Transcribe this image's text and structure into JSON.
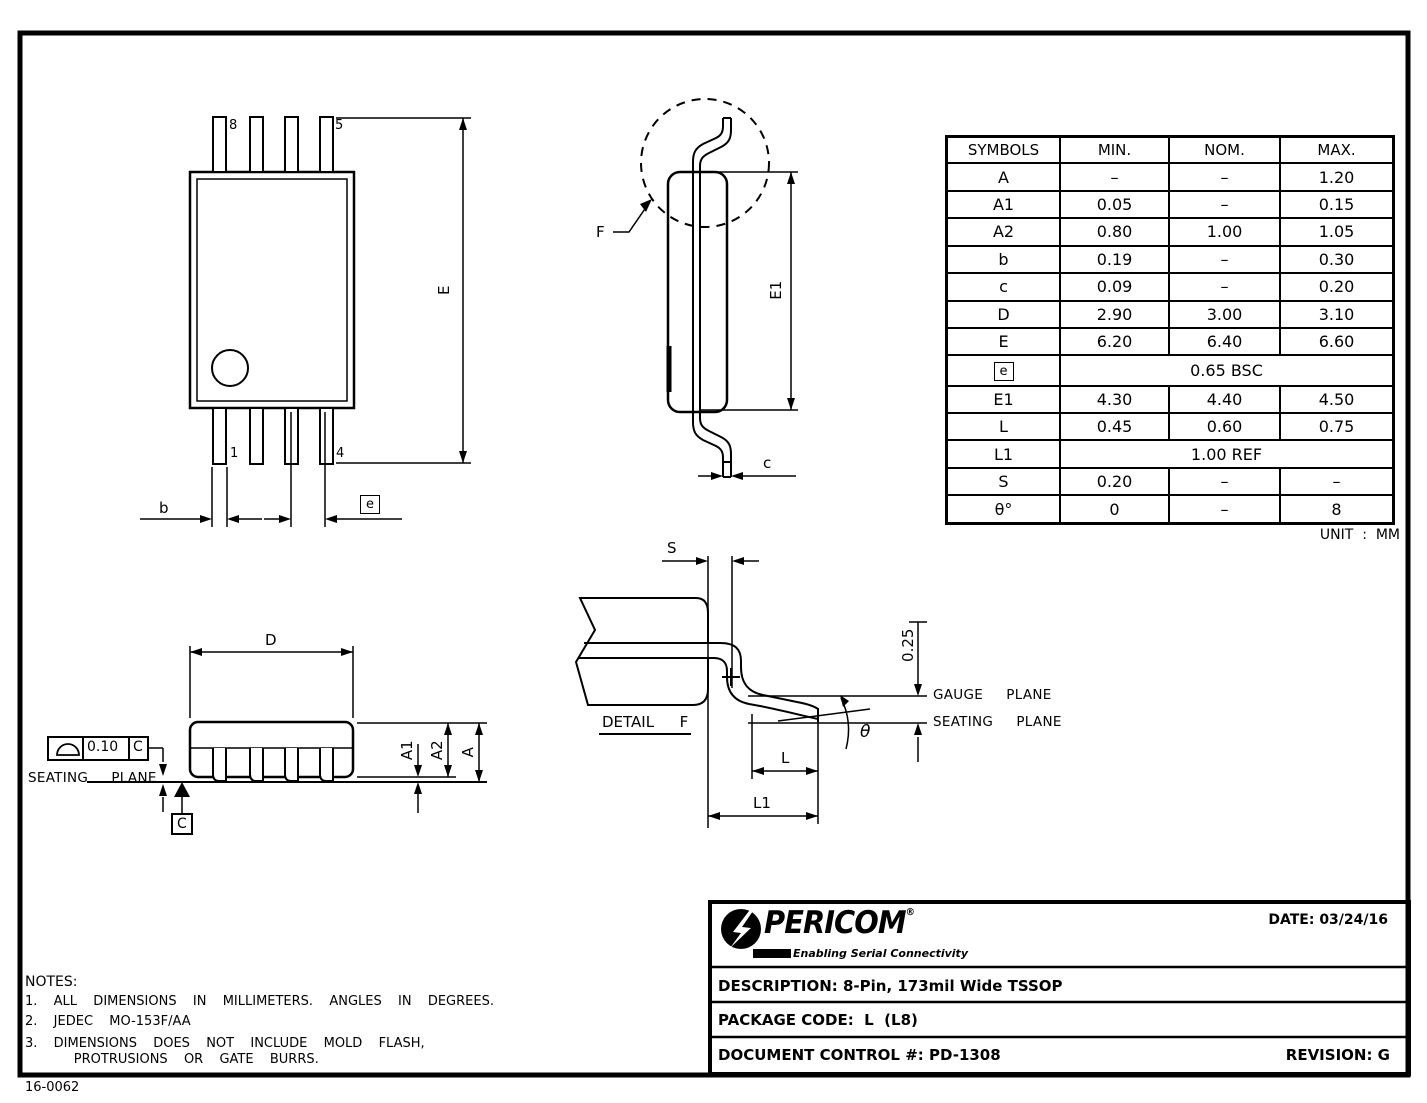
{
  "frame": {
    "drawing_number": "16-0062"
  },
  "top_view": {
    "pins": {
      "top_left": "8",
      "top_right": "5",
      "bottom_left": "1",
      "bottom_right": "4"
    },
    "dims": {
      "e_width": "E",
      "b": "b",
      "pitch": "e"
    }
  },
  "side_view": {
    "detail_label": "F",
    "dims": {
      "e1": "E1",
      "c": "c"
    }
  },
  "front_view": {
    "dims": {
      "d": "D",
      "a": "A",
      "a1": "A1",
      "a2": "A2"
    },
    "flatness_tolerance": "0.10",
    "datum": "C",
    "seating_plane_label": "SEATING  PLANE"
  },
  "detail_f": {
    "title": "DETAIL  F",
    "dims": {
      "s": "S",
      "l": "L",
      "l1": "L1",
      "gauge_offset": "0.25",
      "theta": "θ"
    },
    "gauge_plane_label": "GAUGE  PLANE",
    "seating_plane_label": "SEATING  PLANE"
  },
  "table": {
    "headers": [
      "SYMBOLS",
      "MIN.",
      "NOM.",
      "MAX."
    ],
    "rows": [
      {
        "symbol": "A",
        "min": "–",
        "nom": "–",
        "max": "1.20"
      },
      {
        "symbol": "A1",
        "min": "0.05",
        "nom": "–",
        "max": "0.15"
      },
      {
        "symbol": "A2",
        "min": "0.80",
        "nom": "1.00",
        "max": "1.05"
      },
      {
        "symbol": "b",
        "min": "0.19",
        "nom": "–",
        "max": "0.30"
      },
      {
        "symbol": "c",
        "min": "0.09",
        "nom": "–",
        "max": "0.20"
      },
      {
        "symbol": "D",
        "min": "2.90",
        "nom": "3.00",
        "max": "3.10"
      },
      {
        "symbol": "E",
        "min": "6.20",
        "nom": "6.40",
        "max": "6.60"
      },
      {
        "symbol": "e",
        "boxed": true,
        "span": "0.65  BSC"
      },
      {
        "symbol": "E1",
        "min": "4.30",
        "nom": "4.40",
        "max": "4.50"
      },
      {
        "symbol": "L",
        "min": "0.45",
        "nom": "0.60",
        "max": "0.75"
      },
      {
        "symbol": "L1",
        "span": "1.00  REF"
      },
      {
        "symbol": "S",
        "min": "0.20",
        "nom": "–",
        "max": "–"
      },
      {
        "symbol": "θ°",
        "min": "0",
        "nom": "–",
        "max": "8"
      }
    ],
    "unit_label": "UNIT  :  MM"
  },
  "notes": {
    "heading": "NOTES:",
    "items": [
      "1.  ALL  DIMENSIONS  IN  MILLIMETERS.  ANGLES  IN  DEGREES.",
      "2.  JEDEC  MO-153F/AA",
      "3.  DIMENSIONS  DOES  NOT  INCLUDE  MOLD  FLASH,",
      "      PROTRUSIONS  OR  GATE  BURRS."
    ]
  },
  "title_block": {
    "logo": {
      "name": "PERICOM",
      "registered": "®",
      "tagline": "Enabling Serial Connectivity"
    },
    "date_label": "DATE: 03/24/16",
    "description": "DESCRIPTION: 8-Pin, 173mil Wide TSSOP",
    "package_code": "PACKAGE CODE:  L  (L8)",
    "document_control": "DOCUMENT CONTROL #: PD-1308",
    "revision": "REVISION: G"
  }
}
